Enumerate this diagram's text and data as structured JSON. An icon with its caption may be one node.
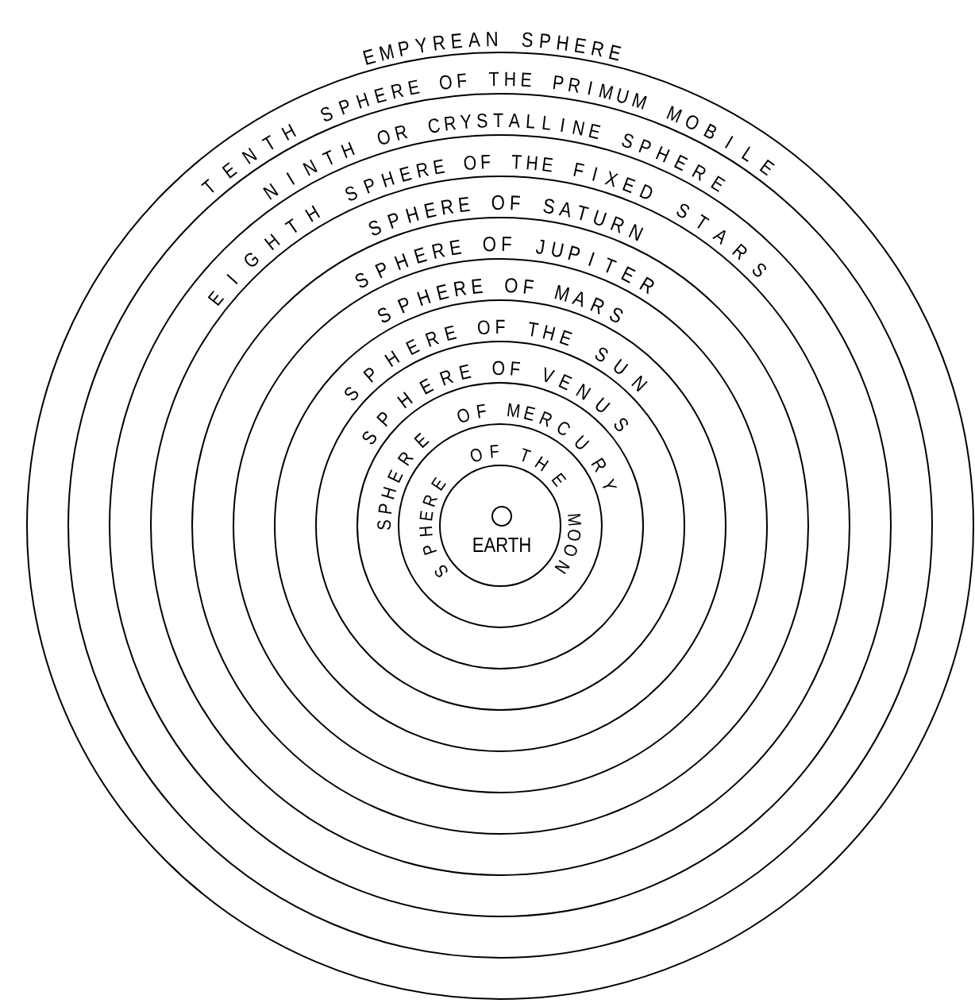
{
  "diagram": {
    "labels": [
      "EMPYREAN SPHERE",
      "TENTH SPHERE OF THE PRIMUM MOBILE",
      "NINTH OR CRYSTALLINE SPHERE",
      "EIGHTH SPHERE OF THE FIXED STARS",
      "SPHERE OF SATURN",
      "SPHERE OF JUPITER",
      "SPHERE OF MARS",
      "SPHERE OF THE SUN",
      "SPHERE OF VENUS",
      "SPHERE OF MERCURY",
      "SPHERE OF THE MOON",
      "EARTH"
    ]
  }
}
